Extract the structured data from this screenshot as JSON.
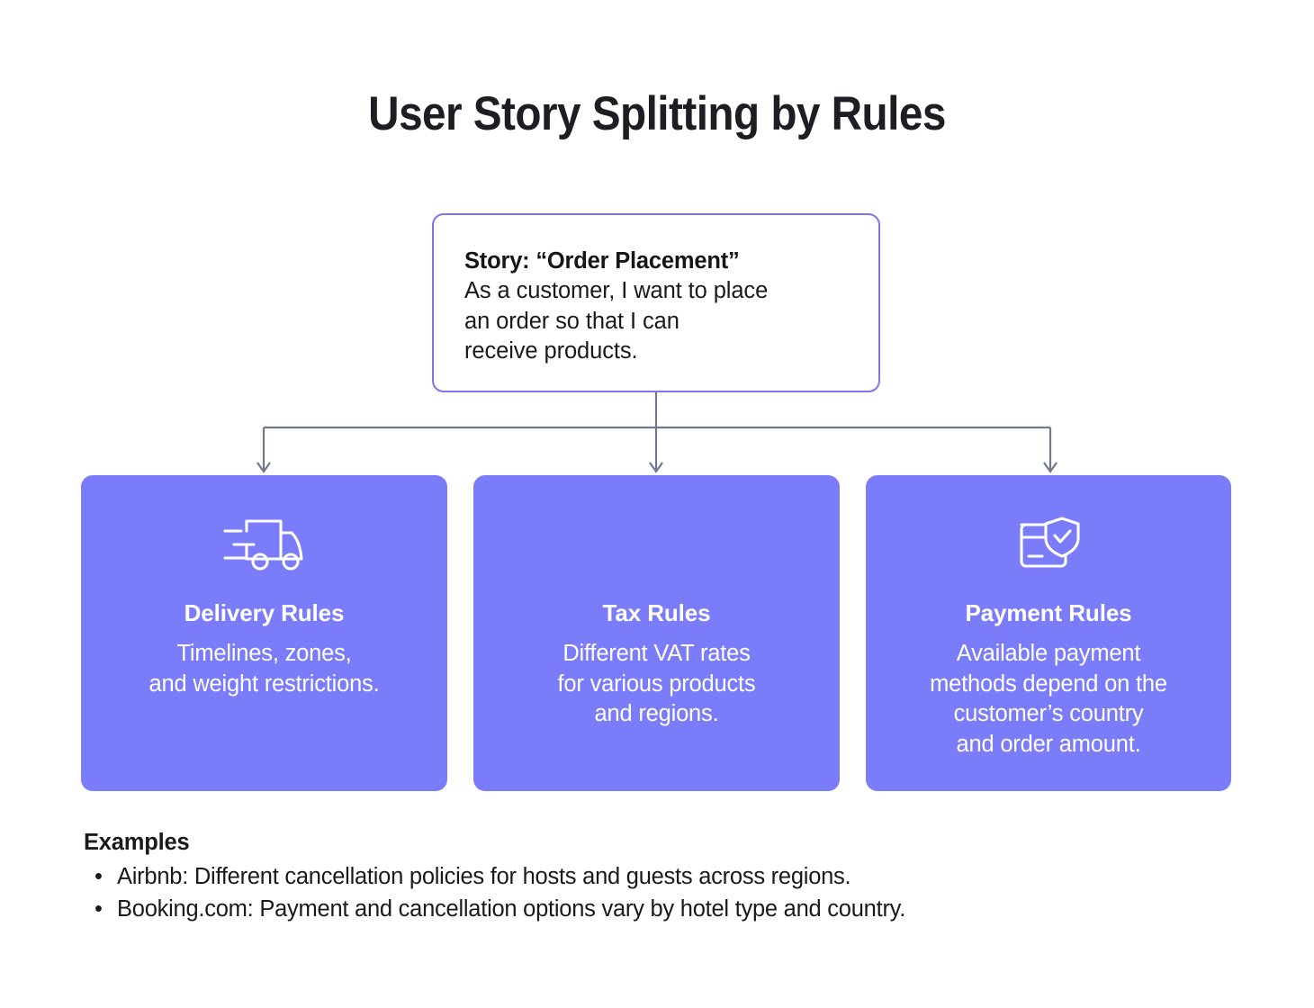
{
  "title": "User Story Splitting by Rules",
  "colors": {
    "background": "#ffffff",
    "title_text": "#1d1d24",
    "story_border": "#7b76ee",
    "card_fill": "#7b7cfa",
    "card_text": "#ffffff",
    "connector_line": "#70798c",
    "body_text": "#1a1a1a"
  },
  "story": {
    "heading": "Story: “Order Placement”",
    "lines": [
      "As a customer, I want to place",
      "an order so that I can",
      "receive products."
    ]
  },
  "cards": [
    {
      "id": "delivery",
      "icon": "delivery-truck-icon",
      "title": "Delivery Rules",
      "desc_lines": [
        "Timelines, zones,",
        "and weight restrictions."
      ]
    },
    {
      "id": "tax",
      "icon": null,
      "title": "Tax Rules",
      "desc_lines": [
        "Different VAT rates",
        "for various products",
        "and regions."
      ]
    },
    {
      "id": "payment",
      "icon": "payment-card-shield-icon",
      "title": "Payment Rules",
      "desc_lines": [
        "Available payment",
        "methods depend on the",
        "customer’s country",
        "and order amount."
      ]
    }
  ],
  "examples": {
    "label": "Examples",
    "bullet_glyph": "•",
    "items": [
      "Airbnb: Different cancellation policies for hosts and guests across regions.",
      "Booking.com: Payment and cancellation options vary by hotel type and country."
    ]
  }
}
